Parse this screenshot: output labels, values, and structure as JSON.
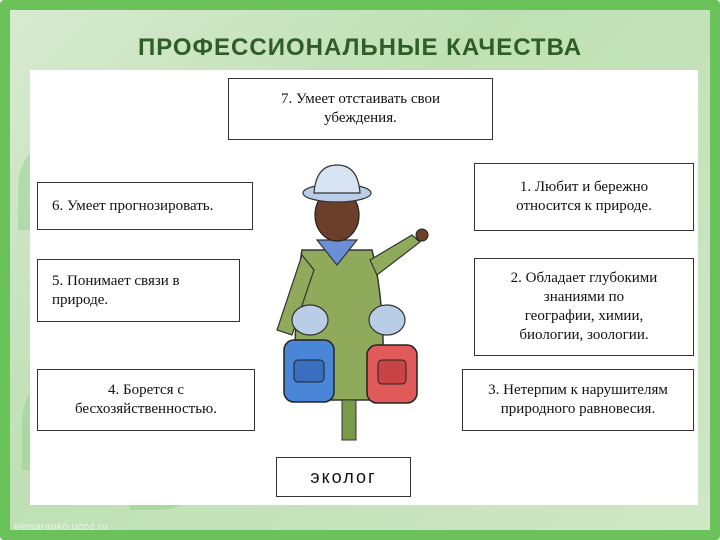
{
  "title": "ПРОФЕССИОНАЛЬНЫЕ КАЧЕСТВА",
  "qualities": [
    {
      "id": "q7",
      "text": "7. Умеет отстаивать свои\nубеждения."
    },
    {
      "id": "q6",
      "text": "6. Умеет прогнозировать."
    },
    {
      "id": "q1",
      "text": "1. Любит и бережно\nотносится к природе."
    },
    {
      "id": "q5",
      "text": "5.  Понимает связи в\nприроде."
    },
    {
      "id": "q2",
      "text": "2. Обладает глубокими\nзнаниями по\nгеографии, химии,\nбиологии, зоологии."
    },
    {
      "id": "q4",
      "text": "4.  Борется с\nбесхозяйственностью."
    },
    {
      "id": "q3",
      "text": "3. Нетерпим к нарушителям\nприродного равновесия."
    }
  ],
  "role_label": "эколог",
  "watermark": "elenaranko.ucoz.ru",
  "colors": {
    "frame": "#6cc25a",
    "title": "#2f5d2a",
    "backpack_blue": "#4a86d8",
    "backpack_red": "#e05a5a"
  }
}
